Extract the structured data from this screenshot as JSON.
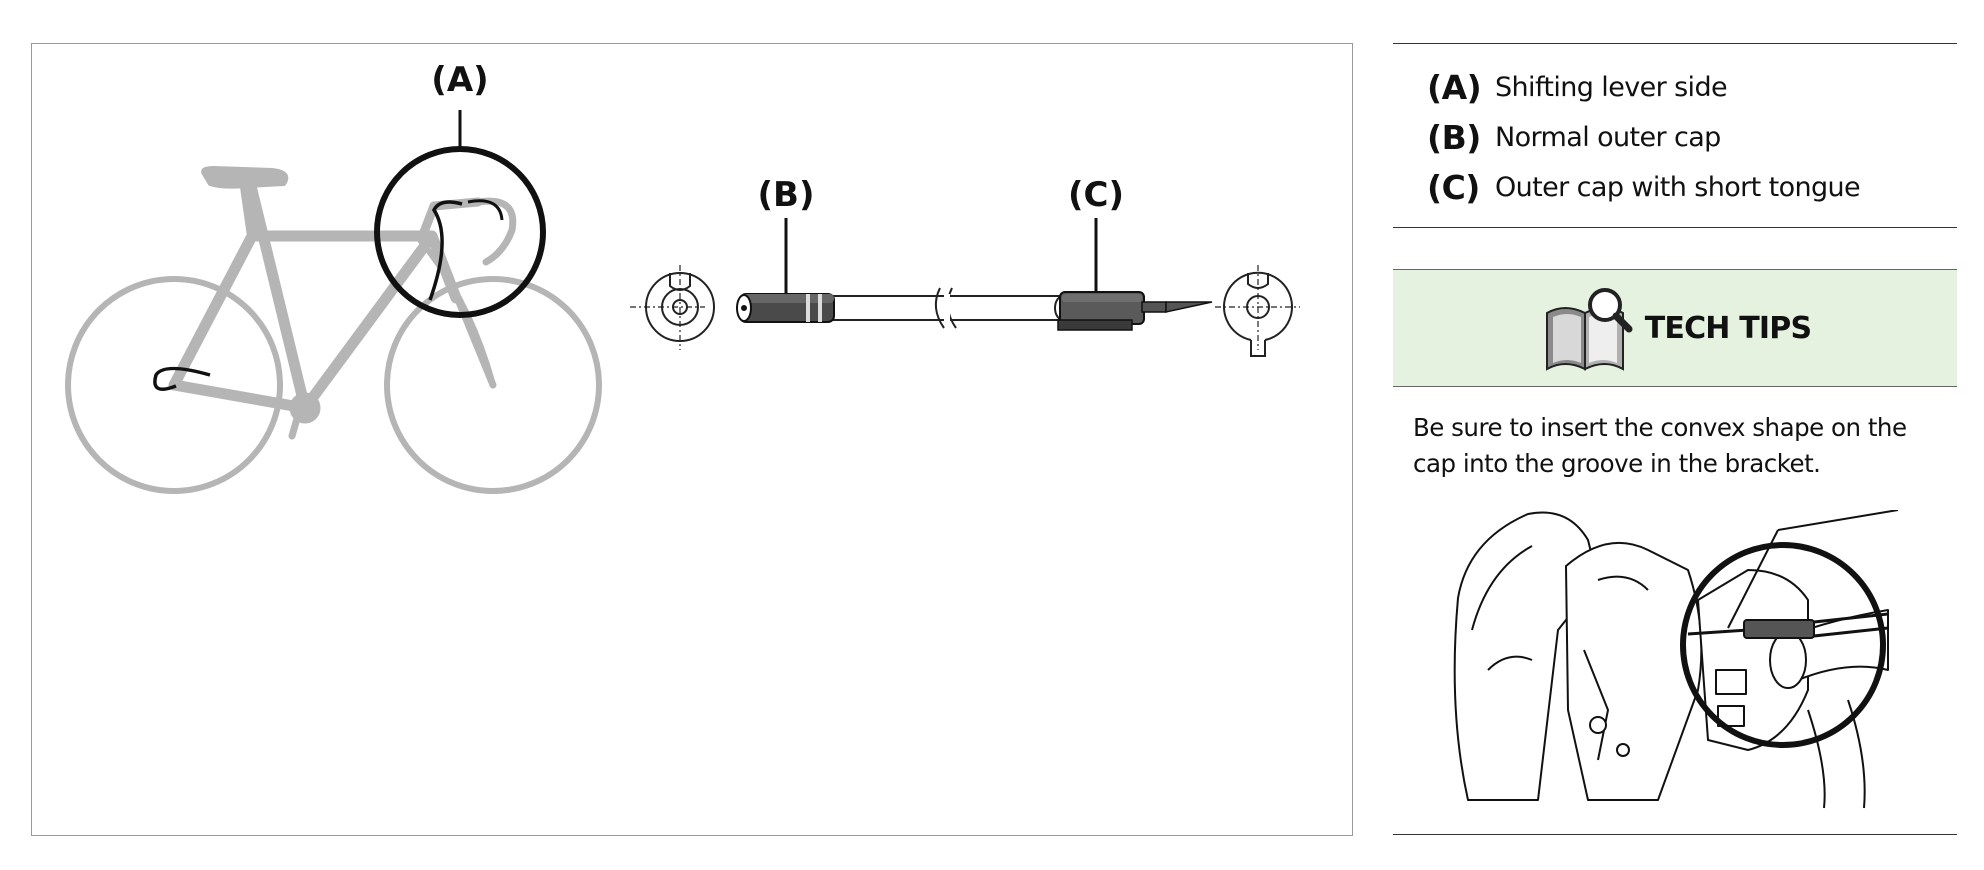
{
  "figure": {
    "callout_a": "(A)",
    "callout_b": "(B)",
    "callout_c": "(C)"
  },
  "legend": {
    "items": [
      {
        "key": "(A)",
        "text": "Shifting lever side"
      },
      {
        "key": "(B)",
        "text": "Normal outer cap"
      },
      {
        "key": "(C)",
        "text": "Outer cap with short tongue"
      }
    ]
  },
  "tech_tips": {
    "icon": "book-magnifier-icon",
    "title": "TECH TIPS",
    "body": "Be sure to insert the convex shape on the cap into the groove in the bracket."
  },
  "colors": {
    "tips_background": "#e5f2e0",
    "bicycle_gray": "#b3b3b3",
    "line_dark": "#111111"
  }
}
